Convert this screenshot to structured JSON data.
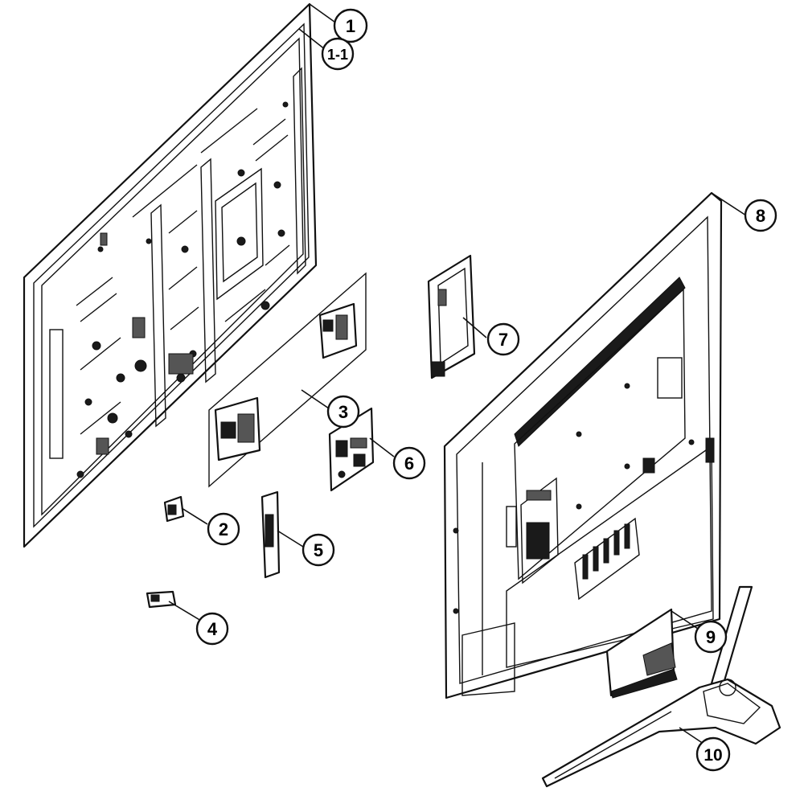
{
  "callouts": [
    {
      "id": "c1",
      "label": "1"
    },
    {
      "id": "c1-1",
      "label": "1-1"
    },
    {
      "id": "c2",
      "label": "2"
    },
    {
      "id": "c3",
      "label": "3"
    },
    {
      "id": "c4",
      "label": "4"
    },
    {
      "id": "c5",
      "label": "5"
    },
    {
      "id": "c6",
      "label": "6"
    },
    {
      "id": "c7",
      "label": "7"
    },
    {
      "id": "c8",
      "label": "8"
    },
    {
      "id": "c9",
      "label": "9"
    },
    {
      "id": "c10",
      "label": "10"
    }
  ]
}
